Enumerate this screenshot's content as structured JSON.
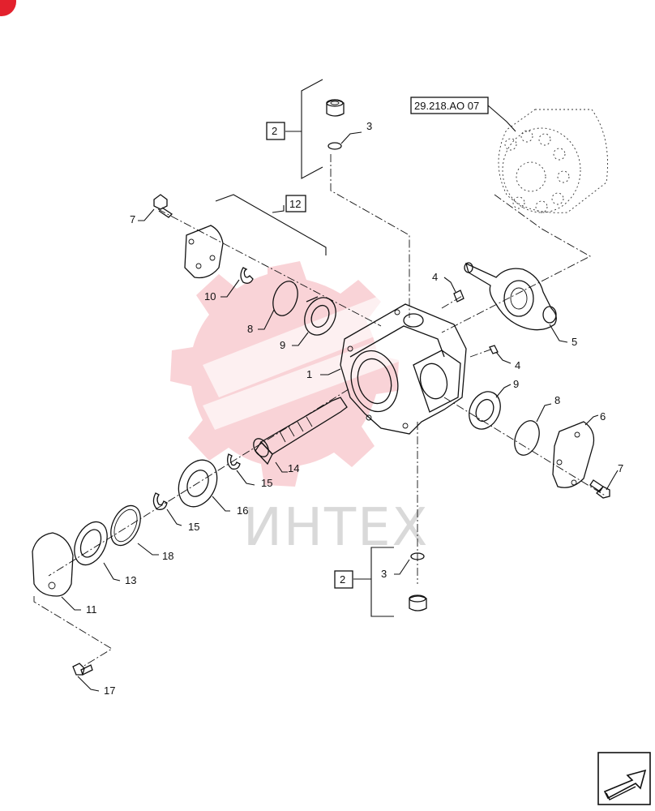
{
  "reference_box": "29.218.AO 07",
  "watermark": "ИНТЕХ",
  "group_labels": {
    "top": "2",
    "bottom": "2",
    "set": "12"
  },
  "callouts": {
    "c1": "1",
    "c3_top": "3",
    "c3_bottom": "3",
    "c4_top": "4",
    "c4_right": "4",
    "c5": "5",
    "c6": "6",
    "c7_left": "7",
    "c7_right": "7",
    "c8_left": "8",
    "c8_right": "8",
    "c9_left": "9",
    "c9_right": "9",
    "c10": "10",
    "c11": "11",
    "c13": "13",
    "c14": "14",
    "c15_a": "15",
    "c15_b": "15",
    "c16": "16",
    "c17": "17",
    "c18": "18"
  },
  "colors": {
    "line": "#111111",
    "watermark_red": "#f2a0a8",
    "corner_badge": "#e3212d",
    "watermark_text": "#d9d9d9"
  },
  "icons": {
    "corner": "red-corner-badge",
    "nav": "next-page-arrow-icon"
  }
}
